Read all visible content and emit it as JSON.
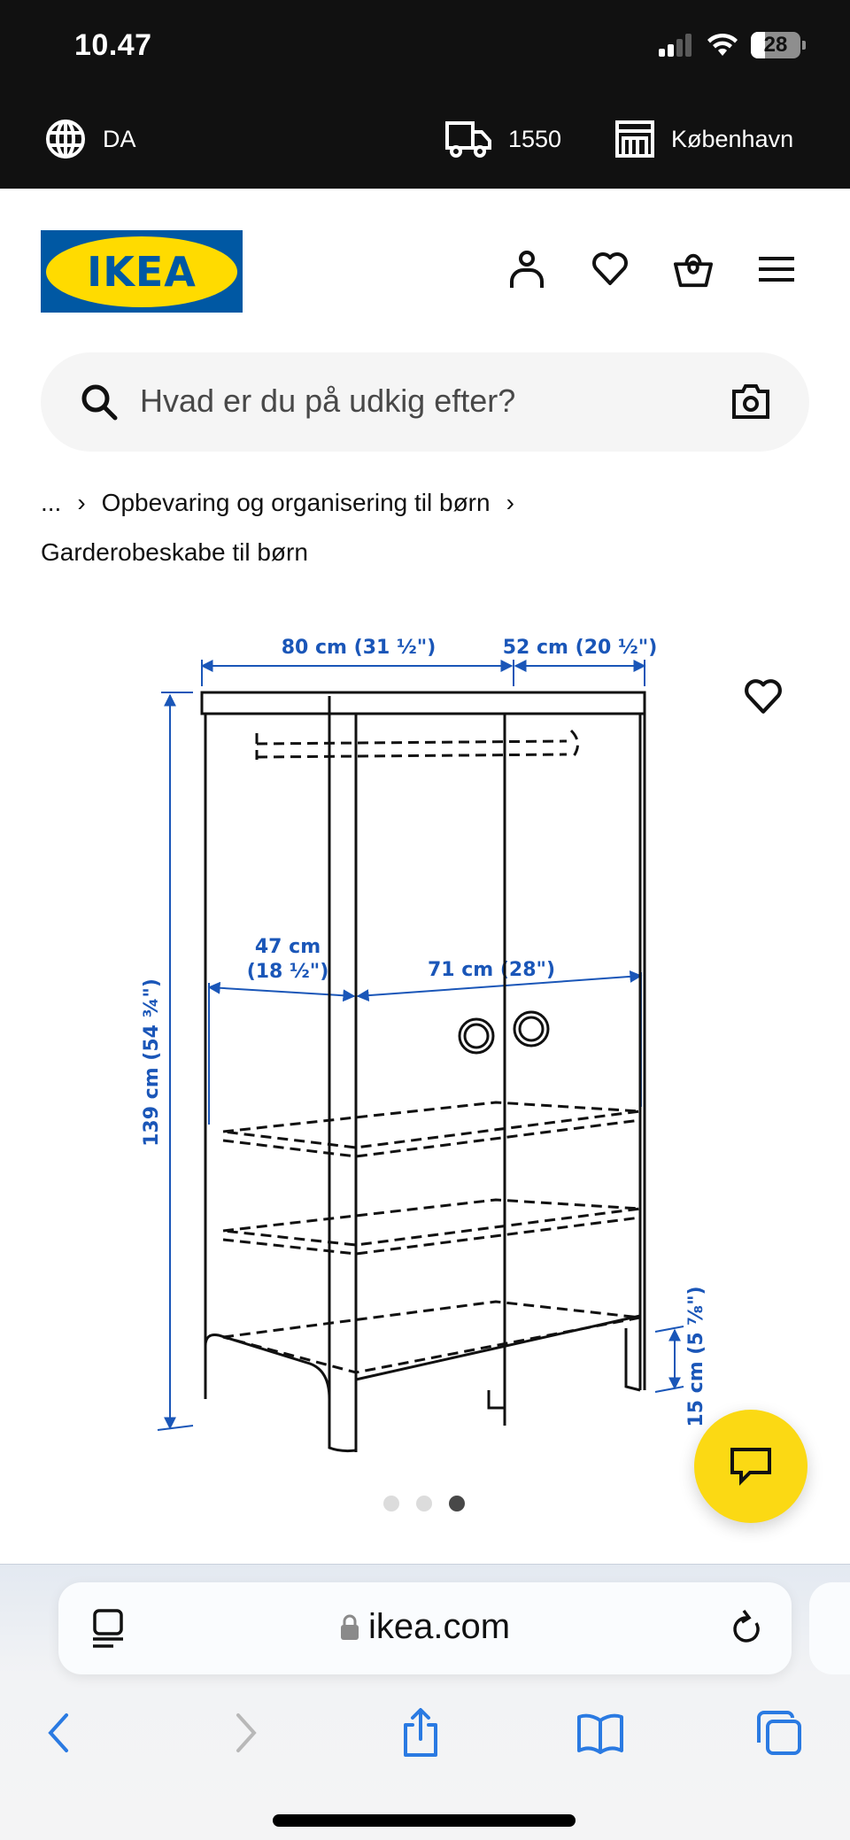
{
  "status_bar": {
    "time": "10.47",
    "battery": "28",
    "icons": [
      "signal-icon",
      "wifi-icon",
      "battery-icon"
    ]
  },
  "top_bar": {
    "language": "DA",
    "delivery_postcode": "1550",
    "store": "København"
  },
  "header": {
    "logo_text": "IKEA",
    "icons": [
      "profile-icon",
      "heart-icon",
      "basket-icon",
      "menu-icon"
    ]
  },
  "search": {
    "placeholder": "Hvad er du på udkig efter?"
  },
  "breadcrumb": {
    "ellipsis": "...",
    "items": [
      "Opbevaring og organisering til børn",
      "Garderobeskabe til børn"
    ]
  },
  "product_image": {
    "dimensions": {
      "width": "80 cm (31 ½\")",
      "depth": "52 cm (20 ½\")",
      "height": "139 cm (54 ¾\")",
      "inner_depth_line1": "47 cm",
      "inner_depth_line2": "(18 ½\")",
      "inner_width": "71 cm (28\")",
      "leg_height": "15 cm (5 ⅞\")"
    },
    "carousel": {
      "total": 3,
      "active": 3
    }
  },
  "colors": {
    "ikea_blue": "#0058a3",
    "ikea_yellow": "#ffdb00",
    "dimension_blue": "#1a56b8",
    "chat_yellow": "#fbd914",
    "safari_blue": "#2a7ae2"
  },
  "safari": {
    "url": "ikea.com",
    "nav": [
      "back-icon",
      "forward-icon",
      "share-icon",
      "bookmarks-icon",
      "tabs-icon"
    ]
  }
}
